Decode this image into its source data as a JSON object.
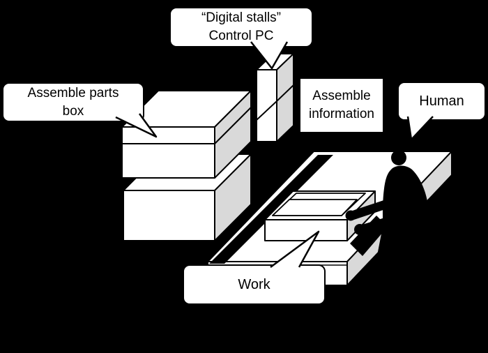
{
  "figure": {
    "description": "Workstation diagram with labeled callouts",
    "background_color": "#000000",
    "object_fill_color": "#ffffff",
    "object_side_color": "#d9d9d9",
    "outline_color": "#000000"
  },
  "callouts": {
    "digital_stalls": {
      "line1": "“Digital stalls”",
      "line2": "Control PC"
    },
    "assemble_parts": {
      "line1": "Assemble parts",
      "line2": "box"
    },
    "assemble_information": {
      "line1": "Assemble",
      "line2": "information"
    },
    "human": {
      "label": "Human"
    },
    "work": {
      "label": "Work"
    }
  },
  "objects": {
    "parts_rack": "parts-rack",
    "control_pc_tower": "control-pc-tower",
    "work_table": "work-table",
    "work_tray": "work-tray",
    "human_figure": "human-figure"
  }
}
